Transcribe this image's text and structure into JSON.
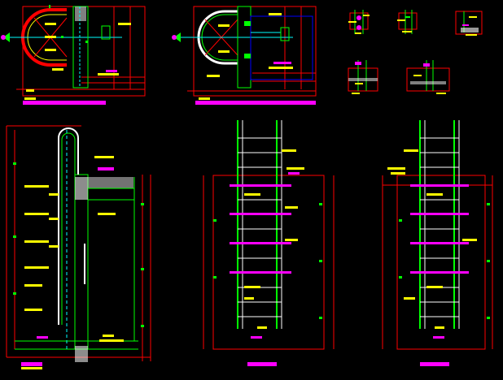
{
  "drawing": {
    "background": "#000000",
    "colors": {
      "dimension": "#ff0000",
      "structure": "#00ff00",
      "centerline": "#00ffff",
      "concrete": "#ffffff",
      "title": "#ff00ff",
      "label": "#ffff00",
      "outline": "#0000ff"
    },
    "views": [
      {
        "id": "plan-view-1"
      },
      {
        "id": "plan-view-2"
      },
      {
        "id": "detail-views"
      },
      {
        "id": "side-elevation"
      },
      {
        "id": "front-elevation-1"
      },
      {
        "id": "front-elevation-2"
      }
    ]
  }
}
